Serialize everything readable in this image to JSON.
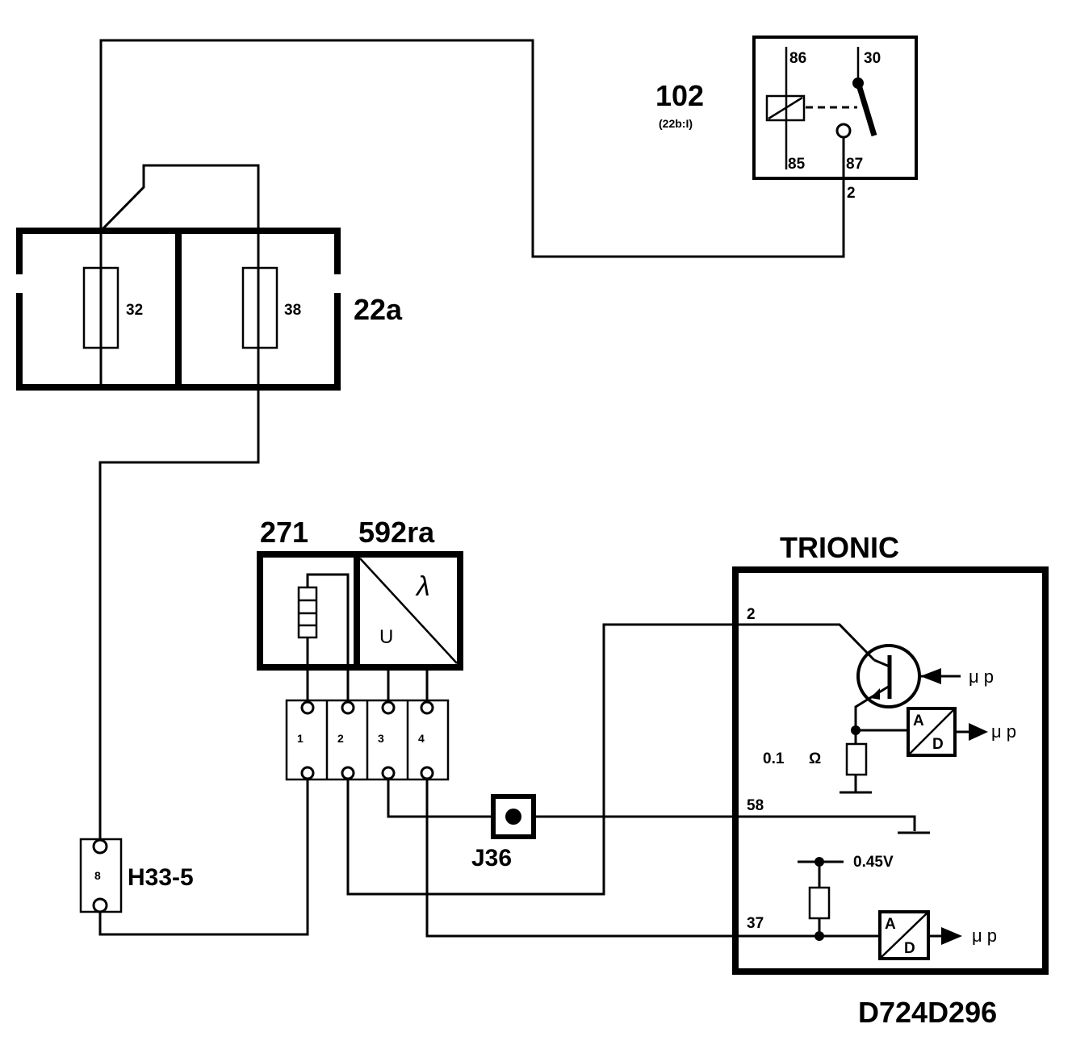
{
  "diagram_id": "D724D296",
  "relay": {
    "id": "102",
    "ref": "(22b:I)",
    "pins": {
      "p86": "86",
      "p30": "30",
      "p85": "85",
      "p87": "87"
    },
    "wire_label": "2"
  },
  "fuse_box": {
    "id": "22a",
    "fuse_left": "32",
    "fuse_right": "38"
  },
  "sensor": {
    "heater_id": "271",
    "sensor_id": "592ra",
    "lambda_symbol": "λ",
    "u_symbol": "U",
    "pins": [
      "1",
      "2",
      "3",
      "4"
    ]
  },
  "splice": {
    "id": "J36"
  },
  "connector": {
    "id": "H33-5",
    "pin": "8"
  },
  "ecu": {
    "title": "TRIONIC",
    "pin2": "2",
    "pin58": "58",
    "pin37": "37",
    "resistor_value": "0.1",
    "ohm_symbol": "Ω",
    "voltage": "0.45V",
    "micro_label_1": "μ p",
    "micro_label_2": "μ p",
    "micro_label_3": "μ p",
    "ad1_a": "A",
    "ad1_d": "D",
    "ad2_a": "A",
    "ad2_d": "D"
  }
}
